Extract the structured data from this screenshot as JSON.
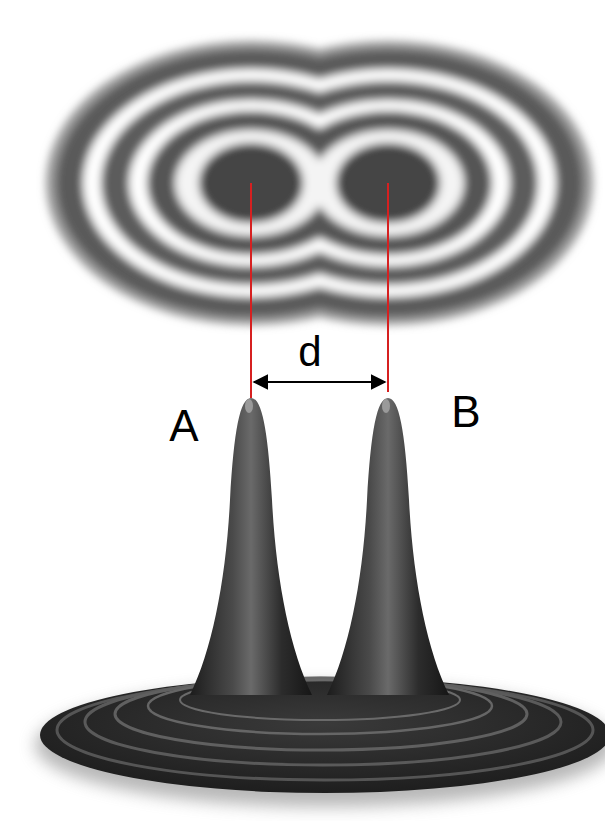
{
  "diagram": {
    "labels": [
      "d",
      "A",
      "B"
    ]
  }
}
